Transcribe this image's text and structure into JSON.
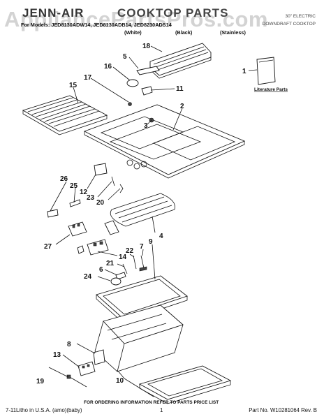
{
  "header": {
    "brand": "JENN-AIR",
    "title": "COOKTOP PARTS",
    "models_label": "For Models: JED8130ADW14, JED8130ADB14, JED8230ADS14",
    "colors": [
      "(White)",
      "(Black)",
      "(Stainless)"
    ],
    "right_line1": "30\" ELECTRIC",
    "right_line2": "DOWNDRAFT COOKTOP"
  },
  "watermark": "AppliancePartsPros.com",
  "footer": {
    "left": "7-11Litho in U.S.A. (amo)(baby)",
    "page": "1",
    "right": "Part No. W10281064 Rev. B",
    "order_info": "FOR ORDERING INFORMATION REFER TO PARTS PRICE LIST"
  },
  "diagram": {
    "literature_label": "Literature Parts",
    "callouts": [
      {
        "n": "18"
      },
      {
        "n": "5"
      },
      {
        "n": "16"
      },
      {
        "n": "17"
      },
      {
        "n": "15"
      },
      {
        "n": "11"
      },
      {
        "n": "2"
      },
      {
        "n": "1"
      },
      {
        "n": "3"
      },
      {
        "n": "26"
      },
      {
        "n": "25"
      },
      {
        "n": "12"
      },
      {
        "n": "23"
      },
      {
        "n": "20"
      },
      {
        "n": "4"
      },
      {
        "n": "27"
      },
      {
        "n": "9"
      },
      {
        "n": "7"
      },
      {
        "n": "22"
      },
      {
        "n": "14"
      },
      {
        "n": "21"
      },
      {
        "n": "6"
      },
      {
        "n": "24"
      },
      {
        "n": "8"
      },
      {
        "n": "13"
      },
      {
        "n": "19"
      },
      {
        "n": "10"
      }
    ]
  }
}
